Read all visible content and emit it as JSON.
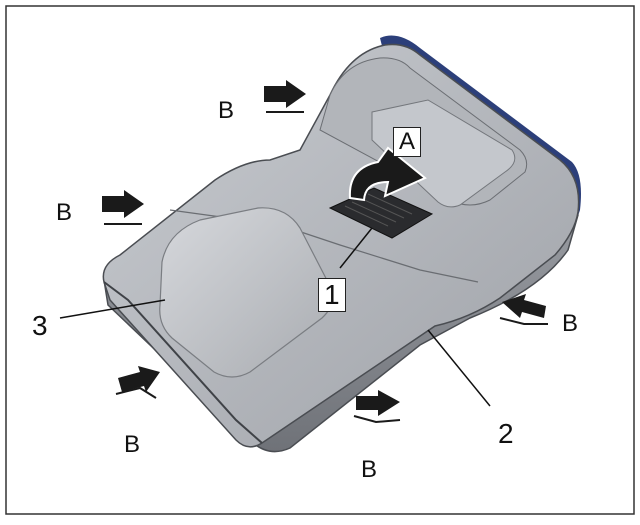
{
  "figure": {
    "callouts": {
      "part_1": "1",
      "part_2": "2",
      "part_3": "3",
      "action_a": "A",
      "push_b": "B"
    },
    "colors": {
      "frame": "#333333",
      "body": "#8e9197",
      "top_surface": "#b9bcc1",
      "dark_edge": "#5b5e63",
      "rim_accent": "#2c3f7a",
      "arrow_fill": "#1a1a1a"
    },
    "icons": [
      "curved-arrow-icon",
      "push-arrow-icon"
    ]
  }
}
